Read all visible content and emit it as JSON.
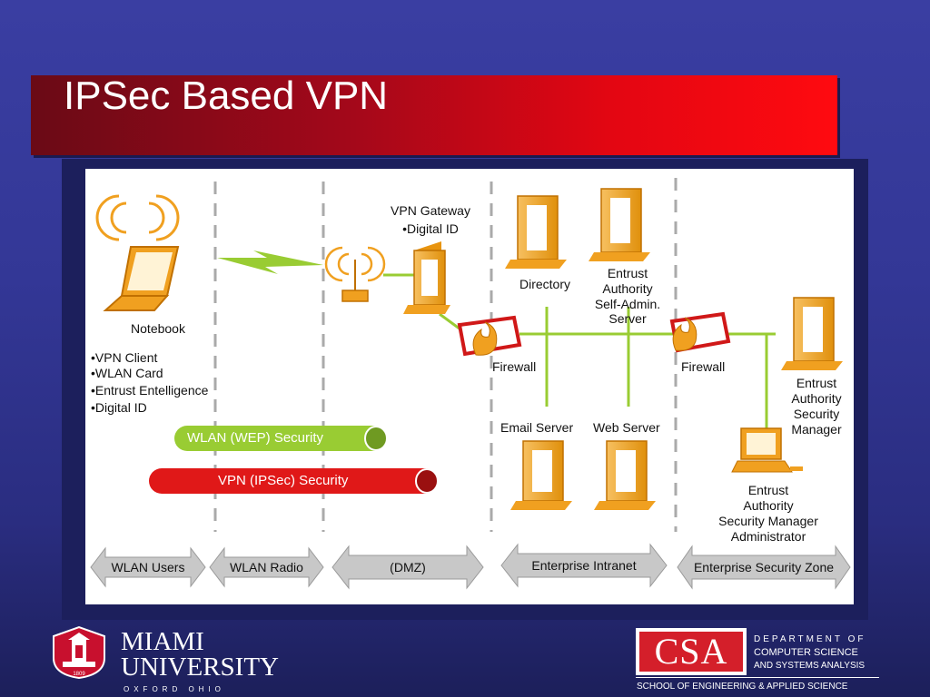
{
  "slide": {
    "title": "IPSec Based VPN"
  },
  "diagram": {
    "notebook_label": "Notebook",
    "notebook_features": [
      "•VPN Client",
      "•WLAN Card",
      "•Entrust Entelligence",
      "•Digital ID"
    ],
    "vpn_gateway_label": "VPN Gateway",
    "vpn_gateway_sub": "•Digital ID",
    "directory_label": "Directory",
    "entrust_self_admin_lines": [
      "Entrust",
      "Authority",
      "Self-Admin.",
      "Server"
    ],
    "firewall_1_label": "Firewall",
    "firewall_2_label": "Firewall",
    "security_manager_lines": [
      "Entrust",
      "Authority",
      "Security",
      "Manager"
    ],
    "email_server_label": "Email Server",
    "web_server_label": "Web Server",
    "sm_admin_lines": [
      "Entrust",
      "Authority",
      "Security Manager",
      "Administrator"
    ],
    "wlan_security_label": "WLAN (WEP) Security",
    "vpn_security_label": "VPN (IPSec) Security",
    "zones": [
      "WLAN Users",
      "WLAN Radio",
      "(DMZ)",
      "Enterprise Intranet",
      "Enterprise Security Zone"
    ],
    "colors": {
      "server_orange": "#f0a020",
      "link_green": "#99cc33",
      "wlan_bar": "#99cc33",
      "vpn_bar": "#e01818",
      "zone_arrow": "#c8c8c8"
    }
  },
  "footer": {
    "university_line1": "MIAMI",
    "university_line2": "UNIVERSITY",
    "university_sub": "OXFORD OHIO",
    "seal_year": "1809",
    "csa_mark": "CSA",
    "dept_line1": "DEPARTMENT OF",
    "dept_line2": "COMPUTER SCIENCE",
    "dept_line3": "AND SYSTEMS ANALYSIS",
    "school": "SCHOOL OF ENGINEERING & APPLIED SCIENCE"
  }
}
